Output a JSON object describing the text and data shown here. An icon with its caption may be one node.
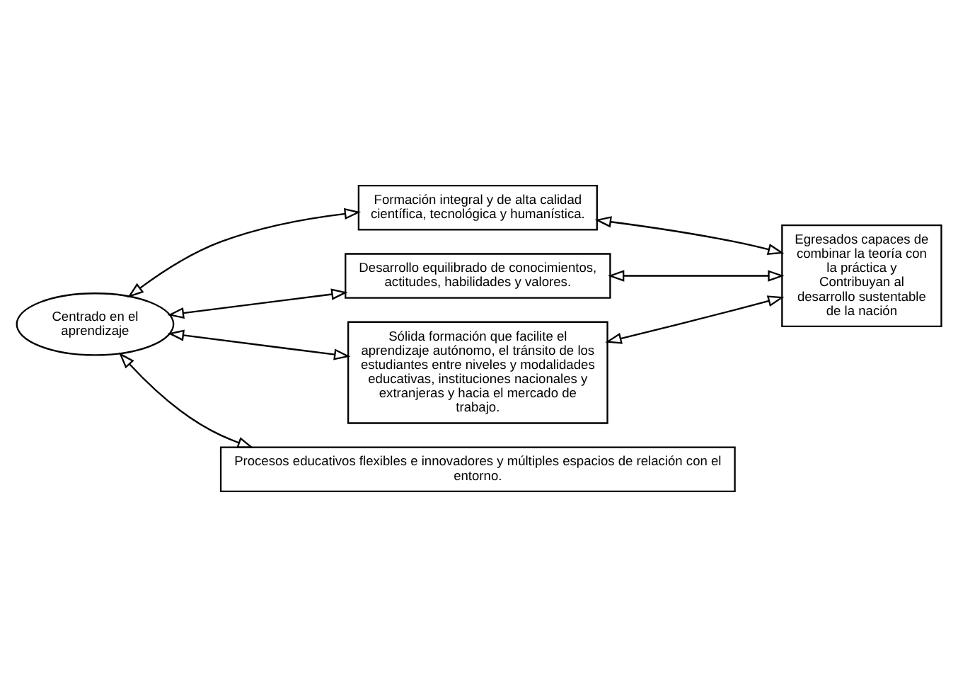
{
  "diagram": {
    "nodes": [
      {
        "text": [
          "Centrado en el aprendizaje"
        ]
      },
      {
        "text": [
          "Formación integral y de alta calidad científica, tecnológica y humanística."
        ]
      },
      {
        "text": [
          "Desarrollo equilibrado de conocimientos, actitudes, habilidades y valores."
        ]
      },
      {
        "text": [
          "Sólida formación que facilite el aprendizaje autónomo, el tránsito de los estudiantes entre niveles y modalidades educativas, instituciones nacionales y extranjeras y hacia el mercado de trabajo."
        ]
      },
      {
        "text": [
          "Egresados capaces de combinar la teoría con la práctica y Contribuyan al desarrollo sustentable de la nación"
        ]
      },
      {
        "text": [
          "Procesos educativos flexibles e innovadores y múltiples espacios de relación con el entorno."
        ]
      }
    ],
    "edges": [
      {
        "from": 0,
        "to": 1,
        "arrow": "both"
      },
      {
        "from": 0,
        "to": 2,
        "arrow": "both"
      },
      {
        "from": 0,
        "to": 3,
        "arrow": "both"
      },
      {
        "from": 1,
        "to": 4,
        "arrow": "both"
      },
      {
        "from": 2,
        "to": 4,
        "arrow": "both"
      },
      {
        "from": 3,
        "to": 4,
        "arrow": "both"
      },
      {
        "from": 0,
        "to": 5,
        "arrow": "both"
      }
    ]
  }
}
